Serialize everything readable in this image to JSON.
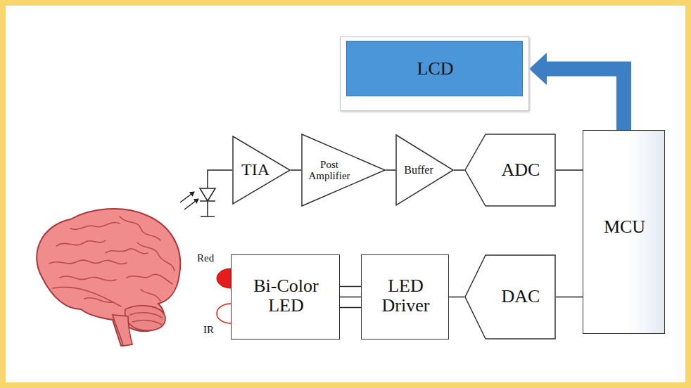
{
  "diagram": {
    "nodes": [
      {
        "text": [
          "LCD"
        ]
      },
      {
        "text": [
          "TIA"
        ]
      },
      {
        "text": [
          "Post Amplifier"
        ]
      },
      {
        "text": [
          "Buffer"
        ]
      },
      {
        "text": [
          "ADC"
        ]
      },
      {
        "text": [
          "MCU"
        ]
      },
      {
        "text": [
          "Bi-Color LED"
        ]
      },
      {
        "text": [
          "LED Driver"
        ]
      },
      {
        "text": [
          "DAC"
        ]
      }
    ],
    "edges": [
      {
        "from": 5,
        "to": 0,
        "arrow": "to"
      },
      {
        "from": 1,
        "to": 2,
        "arrow": "none"
      },
      {
        "from": 2,
        "to": 3,
        "arrow": "none"
      },
      {
        "from": 3,
        "to": 4,
        "arrow": "none"
      },
      {
        "from": 4,
        "to": 5,
        "arrow": "none"
      },
      {
        "from": 5,
        "to": 8,
        "arrow": "none"
      },
      {
        "from": 8,
        "to": 7,
        "arrow": "none"
      },
      {
        "from": 7,
        "to": 6,
        "arrow": "none"
      }
    ],
    "labels": [
      "Red",
      "IR"
    ]
  }
}
